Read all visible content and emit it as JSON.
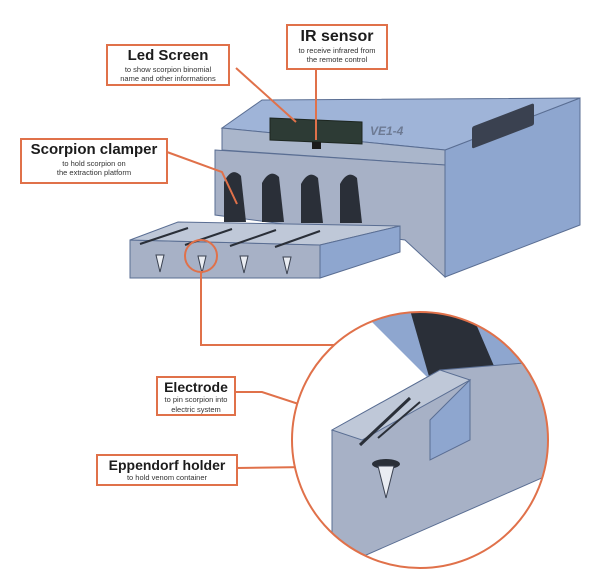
{
  "callouts": {
    "led_screen": {
      "title": "Led Screen",
      "desc_1": "to show scorpion binomial",
      "desc_2": "name and other informations"
    },
    "ir_sensor": {
      "title": "IR sensor",
      "desc_1": "to receive infrared from",
      "desc_2": "the remote control"
    },
    "scorpion_clamper": {
      "title": "Scorpion clamper",
      "desc_1": "to hold scorpion on",
      "desc_2": "the extraction platform"
    },
    "electrode": {
      "title": "Electrode",
      "desc_1": "to pin scorpion into",
      "desc_2": "electric system"
    },
    "eppendorf_holder": {
      "title": "Eppendorf holder",
      "desc_1": "to hold venom container",
      "desc_2": ""
    }
  },
  "device": {
    "label": "VE1-4"
  },
  "colors": {
    "accent": "#e0714a",
    "body": "#8ea6cf",
    "body_dark": "#6f8bb8",
    "body_top": "#9fb4d8",
    "face": "#a9b3c8",
    "screen": "#2d3b35",
    "clamp": "#2a2f38"
  }
}
